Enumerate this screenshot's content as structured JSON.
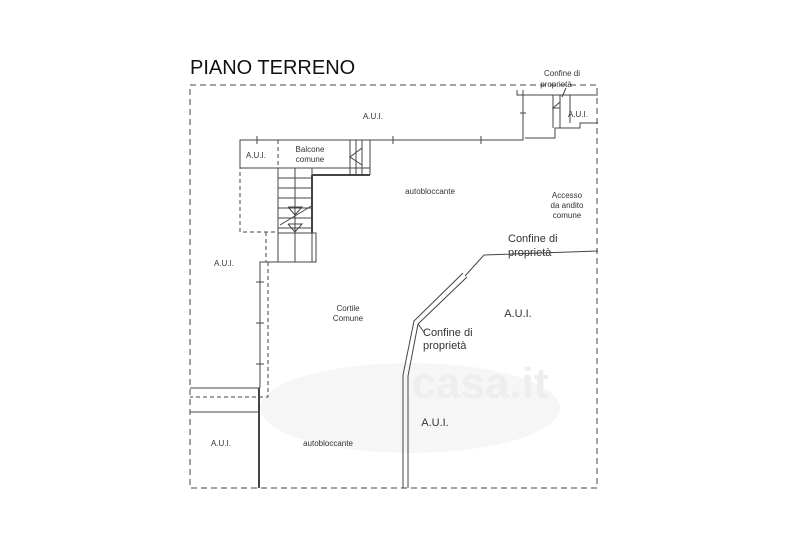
{
  "title": "PIANO TERRENO",
  "watermark": "casa.it",
  "labels": {
    "aui_top": "A.U.I.",
    "aui_top_right": "A.U.I.",
    "confine_top_1": "Confine di",
    "confine_top_2": "proprietà",
    "aui_balcony": "A.U.I.",
    "balcone_1": "Balcone",
    "balcone_2": "comune",
    "autobloccante_top": "autobloccante",
    "accesso_1": "Accesso",
    "accesso_2": "da andito",
    "accesso_3": "comune",
    "confine_right_1": "Confine di",
    "confine_right_2": "proprietà",
    "aui_left": "A.U.I.",
    "cortile_1": "Cortile",
    "cortile_2": "Comune",
    "aui_right": "A.U.I.",
    "confine_mid_1": "Confine di",
    "confine_mid_2": "proprietà",
    "aui_bottom_mid": "A.U.I.",
    "aui_bottom_left": "A.U.I.",
    "autobloccante_bottom": "autobloccante"
  }
}
